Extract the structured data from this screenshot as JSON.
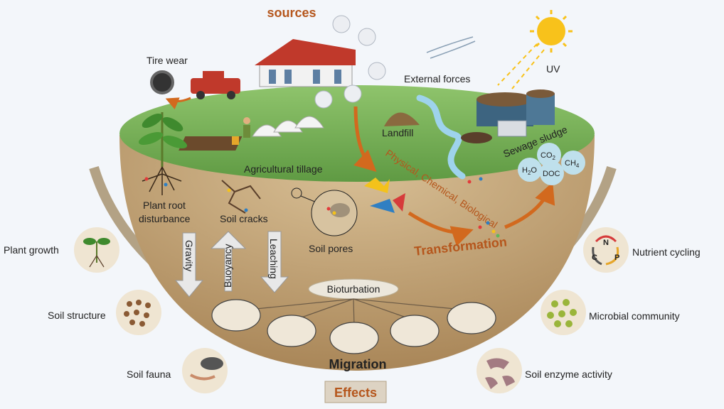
{
  "title": "sources",
  "sources": {
    "tire_wear": "Tire wear",
    "agricultural_tillage": "Agricultural tillage",
    "landfill": "Landfill",
    "external_forces": "External forces",
    "uv": "UV",
    "sewage_sludge": "Sewage sludge"
  },
  "processes": {
    "plant_root_line1": "Plant  root",
    "plant_root_line2": "disturbance",
    "soil_cracks": "Soil cracks",
    "soil_pores": "Soil pores",
    "physical_chemical_biological": "Physical, Chemical, Biological",
    "transformation": "Transformation",
    "gravity": "Gravity",
    "buoyancy": "Buoyancy",
    "leaching": "Leaching",
    "bioturbation": "Bioturbation",
    "migration": "Migration"
  },
  "products": {
    "co2": "CO",
    "co2_sub": "2",
    "ch4": "CH",
    "ch4_sub": "4",
    "h2o_a": "H",
    "h2o_sub": "2",
    "h2o_b": "O",
    "doc": "DOC"
  },
  "nutrients": {
    "n": "N",
    "c": "C",
    "p": "P"
  },
  "effects": {
    "label": "Effects",
    "plant_growth": "Plant growth",
    "soil_structure": "Soil structure",
    "soil_fauna": "Soil fauna",
    "nutrient_cycling": "Nutrient cycling",
    "microbial_community": "Microbial community",
    "soil_enzyme_activity": "Soil enzyme activity"
  },
  "colors": {
    "title_brown": "#b5561c",
    "transformation_brown": "#b5561c",
    "arc_brown": "#b3a285",
    "grass": "#7cb35a",
    "soil": "#c7a77a"
  }
}
